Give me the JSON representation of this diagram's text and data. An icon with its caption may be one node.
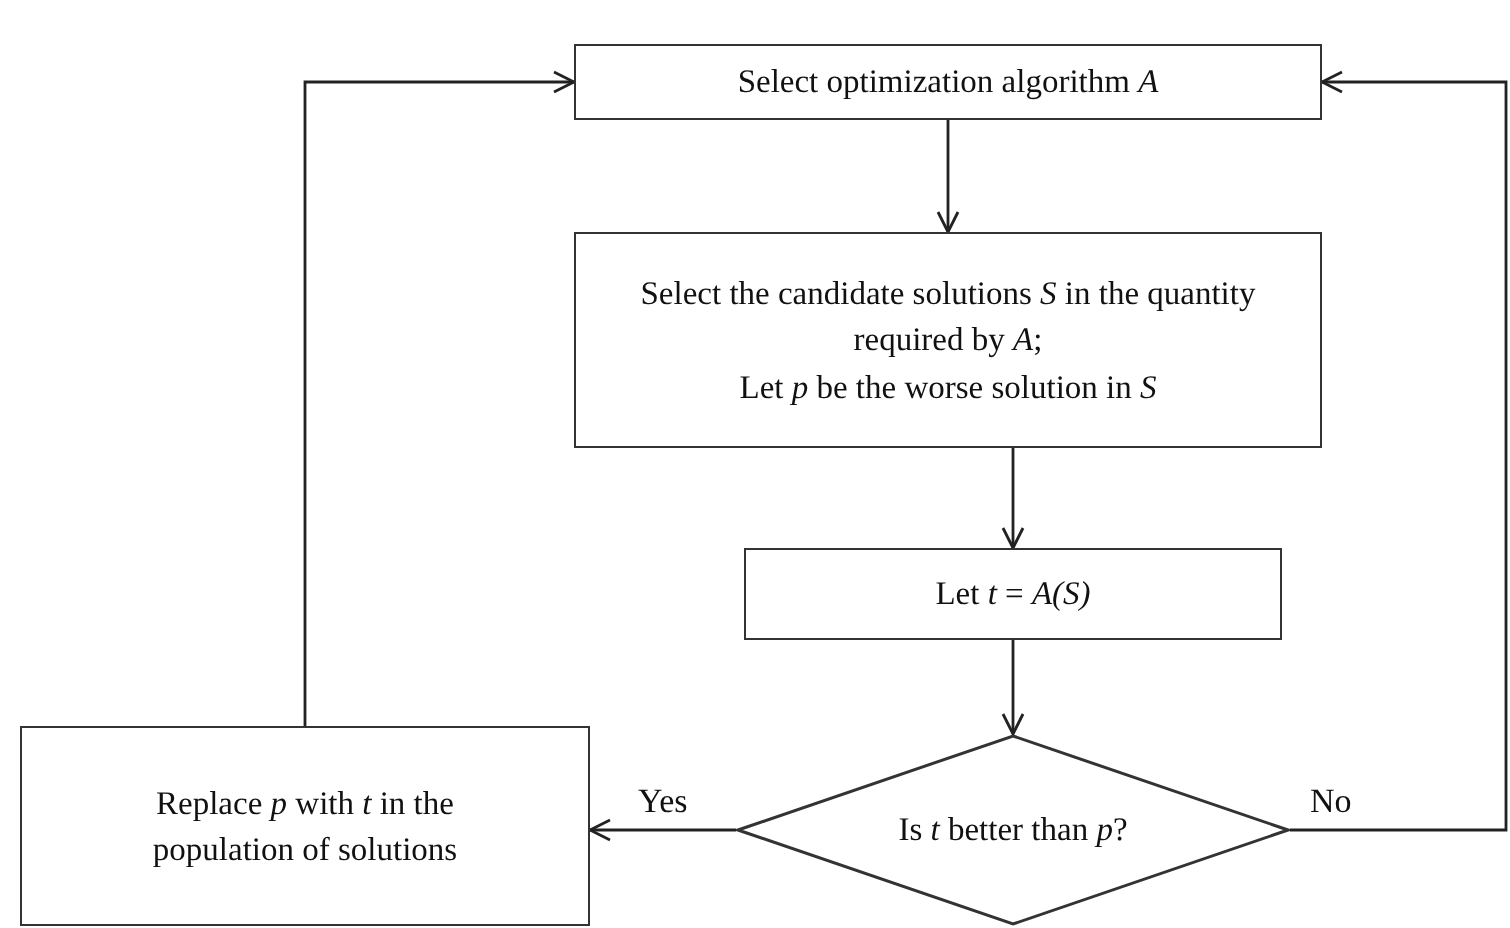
{
  "diagram": {
    "nodes": [
      {
        "text": [
          "Select optimization algorithm *A*"
        ]
      },
      {
        "text": [
          "Select the candidate solutions *S* in the quantity required by *A*;",
          "Let *p* be the worse solution in *S*"
        ]
      },
      {
        "text": [
          "Let *t* = *A(S)*"
        ]
      },
      {
        "text": [
          "Is *t* better than *p*?"
        ]
      },
      {
        "text": [
          "Replace *p* with *t* in the population of solutions"
        ]
      }
    ],
    "edges": [
      {
        "from": 0,
        "to": 1,
        "arrow": "to"
      },
      {
        "from": 1,
        "to": 2,
        "arrow": "to"
      },
      {
        "from": 2,
        "to": 3,
        "arrow": "to"
      },
      {
        "from": 3,
        "to": 4,
        "arrow": "to",
        "label": "Yes"
      },
      {
        "from": 3,
        "to": 0,
        "arrow": "to",
        "label": "No"
      },
      {
        "from": 4,
        "to": 0,
        "arrow": "to"
      }
    ]
  }
}
